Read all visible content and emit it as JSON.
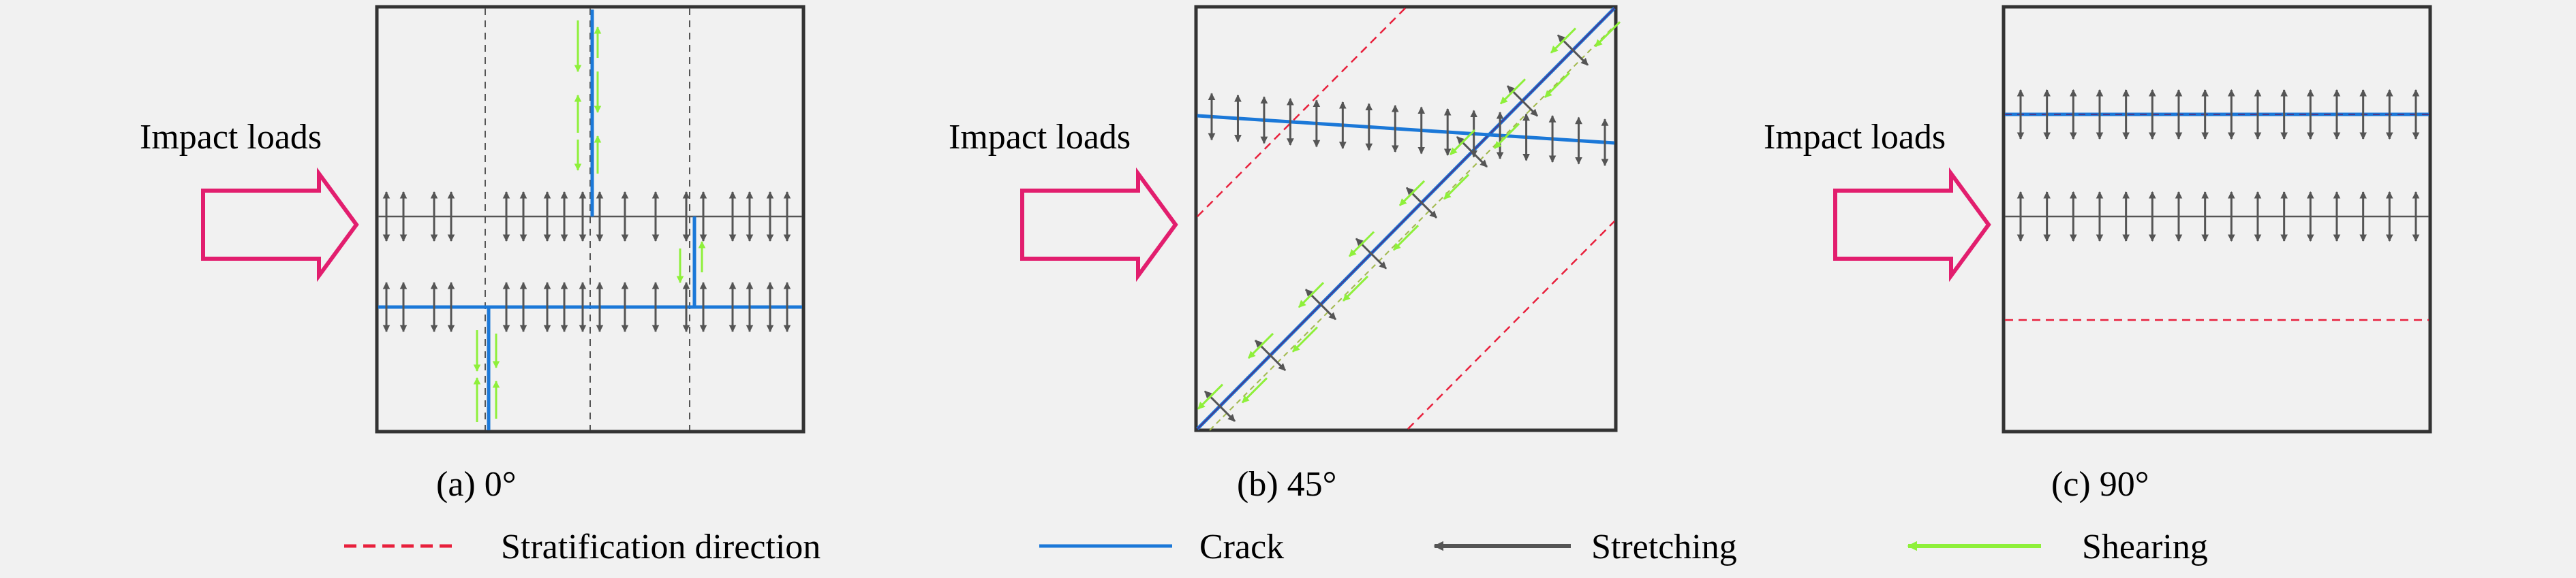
{
  "panels": [
    {
      "id": "a",
      "impact_label": "Impact loads",
      "caption": "(a) 0°"
    },
    {
      "id": "b",
      "impact_label": "Impact loads",
      "caption": "(b) 45°"
    },
    {
      "id": "c",
      "impact_label": "Impact loads",
      "caption": "(c) 90°"
    }
  ],
  "legend": [
    {
      "key": "stratification",
      "label": "Stratification direction",
      "style": "dashed-line",
      "color": "#e8203c"
    },
    {
      "key": "crack",
      "label": "Crack",
      "style": "solid-line",
      "color": "#1b78d8"
    },
    {
      "key": "stretching",
      "label": "Stretching",
      "style": "arrow",
      "color": "#555555"
    },
    {
      "key": "shearing",
      "label": "Shearing",
      "style": "arrow",
      "color": "#8ef03a"
    }
  ],
  "colors": {
    "frame": "#333333",
    "impact_arrow": "#e21e6e",
    "crack": "#1b78d8",
    "stretching": "#555555",
    "shearing": "#8ef03a",
    "stratification": "#e8203c",
    "guide": "#555555",
    "crack_center": "#4a3a8c"
  }
}
